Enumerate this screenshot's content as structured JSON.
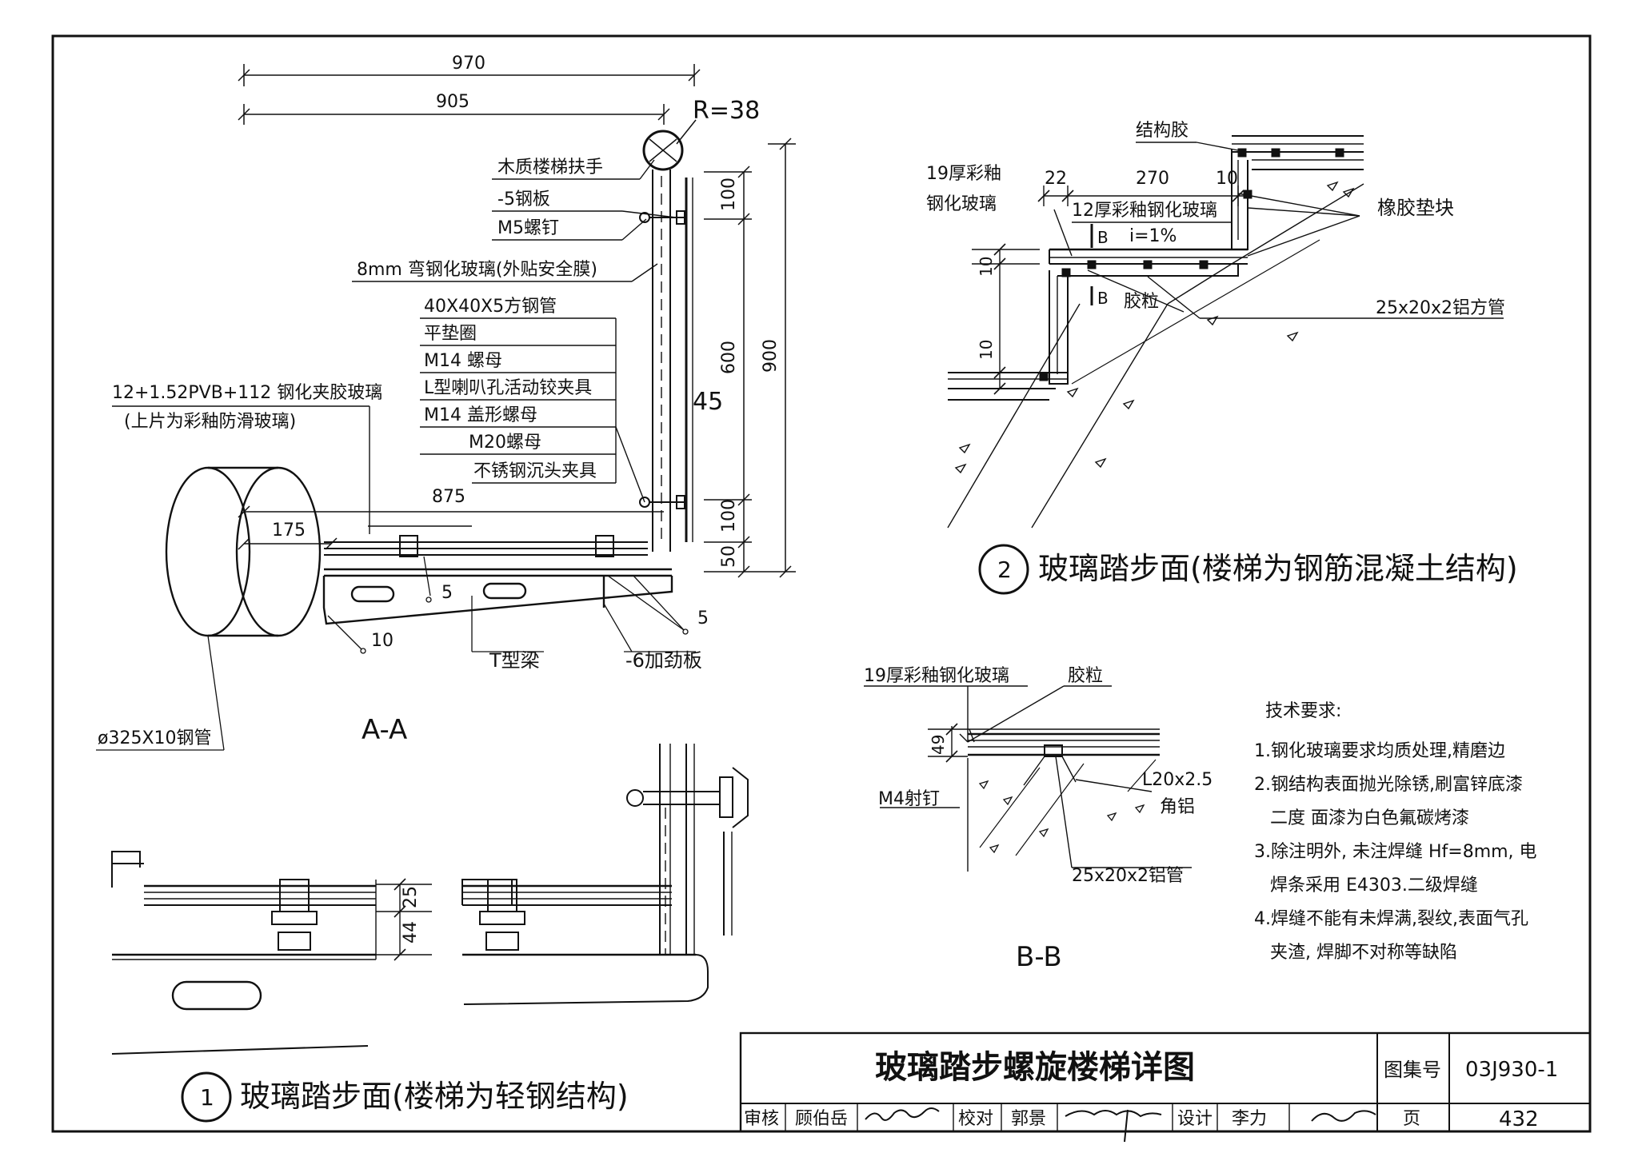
{
  "title_block": {
    "title": "玻璃踏步螺旋楼梯详图",
    "atlas_label": "图集号",
    "atlas_no": "03J930-1",
    "review_label": "审核",
    "reviewer": "顾伯岳",
    "check_label": "校对",
    "checker": "郭景",
    "design_label": "设计",
    "designer": "李力",
    "page_label": "页",
    "page_no": "432"
  },
  "section_aa": {
    "label": "A-A",
    "dims": {
      "d970": "970",
      "d905": "905",
      "r38": "R=38",
      "d100a": "100",
      "d600": "600",
      "d900": "900",
      "d100b": "100",
      "d50": "50",
      "d45": "45",
      "d875": "875",
      "d175": "175",
      "w5a": "5",
      "w5b": "5",
      "w10": "10"
    },
    "callouts": {
      "handrail": "木质楼梯扶手",
      "plate5": "-5钢板",
      "m5": "M5螺钉",
      "bent_glass": "8mm 弯钢化玻璃(外贴安全膜)",
      "tube": "40X40X5方钢管",
      "washer": "平垫圈",
      "m14nut": "M14 螺母",
      "lclamp": "L型喇叭孔活动铰夹具",
      "m14cap": "M14 盖形螺母",
      "m20nut": "M20螺母",
      "csk_clamp": "不锈钢沉头夹具",
      "laminated1": "12+1.52PVB+112 钢化夹胶玻璃",
      "laminated2": "(上片为彩釉防滑玻璃)",
      "tbeam": "T型梁",
      "stiffener": "-6加劲板",
      "pipe": "ø325X10钢管"
    }
  },
  "detail1": {
    "num": "1",
    "caption": "玻璃踏步面(楼梯为轻钢结构)",
    "dims": {
      "d25": "25",
      "d44": "44"
    }
  },
  "detail2": {
    "num": "2",
    "caption": "玻璃踏步面(楼梯为钢筋混凝土结构)",
    "dims": {
      "d22": "22",
      "d270": "270",
      "d10": "10",
      "d10a": "10",
      "d10b": "10"
    },
    "callouts": {
      "sealant": "结构胶",
      "glass19_1": "19厚彩釉",
      "glass19_2": "钢化玻璃",
      "glass12": "12厚彩釉钢化玻璃",
      "slope": "i=1%",
      "sec_b1": "B",
      "sec_b2": "B",
      "rubber": "橡胶垫块",
      "rubber_dot": "胶粒",
      "alu_tube": "25x20x2铝方管"
    }
  },
  "section_bb": {
    "label": "B-B",
    "dims": {
      "d49": "49"
    },
    "callouts": {
      "glass": "19厚彩釉钢化玻璃",
      "dot": "胶粒",
      "angle1": "L20x2.5",
      "angle2": "角铝",
      "nail": "M4射钉",
      "tube": "25x20x2铝管"
    }
  },
  "tech_notes": {
    "heading": "技术要求:",
    "lines": [
      "1.钢化玻璃要求均质处理,精磨边",
      "2.钢结构表面抛光除锈,刷富锌底漆",
      "二度 面漆为白色氟碳烤漆",
      "3.除注明外, 未注焊缝 Hf=8mm, 电",
      "焊条采用 E4303.二级焊缝",
      "4.焊缝不能有未焊满,裂纹,表面气孔",
      "夹渣, 焊脚不对称等缺陷"
    ]
  }
}
